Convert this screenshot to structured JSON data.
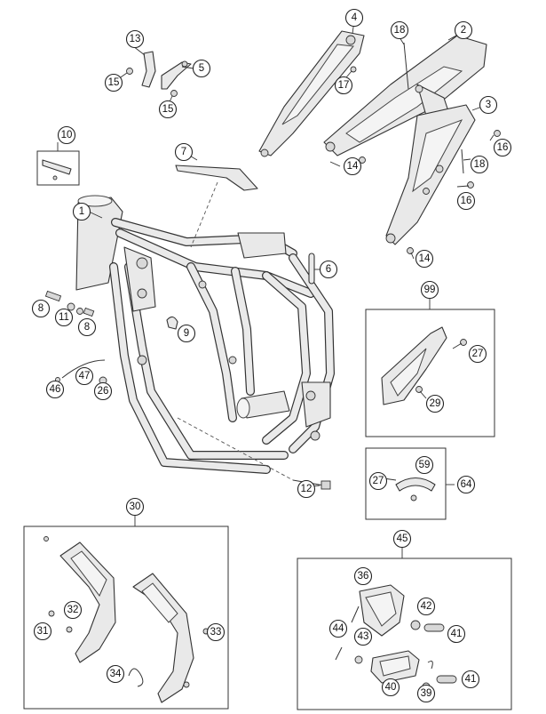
{
  "callouts": [
    {
      "id": "c1",
      "label": "1"
    },
    {
      "id": "c2",
      "label": "2"
    },
    {
      "id": "c3",
      "label": "3"
    },
    {
      "id": "c4",
      "label": "4"
    },
    {
      "id": "c5",
      "label": "5"
    },
    {
      "id": "c6",
      "label": "6"
    },
    {
      "id": "c7",
      "label": "7"
    },
    {
      "id": "c8a",
      "label": "8"
    },
    {
      "id": "c8b",
      "label": "8"
    },
    {
      "id": "c9",
      "label": "9"
    },
    {
      "id": "c10",
      "label": "10"
    },
    {
      "id": "c11",
      "label": "11"
    },
    {
      "id": "c12",
      "label": "12"
    },
    {
      "id": "c13",
      "label": "13"
    },
    {
      "id": "c14a",
      "label": "14"
    },
    {
      "id": "c14b",
      "label": "14"
    },
    {
      "id": "c15a",
      "label": "15"
    },
    {
      "id": "c15b",
      "label": "15"
    },
    {
      "id": "c16a",
      "label": "16"
    },
    {
      "id": "c16b",
      "label": "16"
    },
    {
      "id": "c17",
      "label": "17"
    },
    {
      "id": "c18a",
      "label": "18"
    },
    {
      "id": "c18b",
      "label": "18"
    },
    {
      "id": "c26",
      "label": "26"
    },
    {
      "id": "c27a",
      "label": "27"
    },
    {
      "id": "c27b",
      "label": "27"
    },
    {
      "id": "c29",
      "label": "29"
    },
    {
      "id": "c30",
      "label": "30"
    },
    {
      "id": "c31",
      "label": "31"
    },
    {
      "id": "c32",
      "label": "32"
    },
    {
      "id": "c33",
      "label": "33"
    },
    {
      "id": "c34",
      "label": "34"
    },
    {
      "id": "c36",
      "label": "36"
    },
    {
      "id": "c39",
      "label": "39"
    },
    {
      "id": "c40",
      "label": "40"
    },
    {
      "id": "c41a",
      "label": "41"
    },
    {
      "id": "c41b",
      "label": "41"
    },
    {
      "id": "c42",
      "label": "42"
    },
    {
      "id": "c43",
      "label": "43"
    },
    {
      "id": "c44",
      "label": "44"
    },
    {
      "id": "c45",
      "label": "45"
    },
    {
      "id": "c46",
      "label": "46"
    },
    {
      "id": "c47",
      "label": "47"
    },
    {
      "id": "c59",
      "label": "59"
    },
    {
      "id": "c64",
      "label": "64"
    },
    {
      "id": "c99",
      "label": "99"
    }
  ]
}
